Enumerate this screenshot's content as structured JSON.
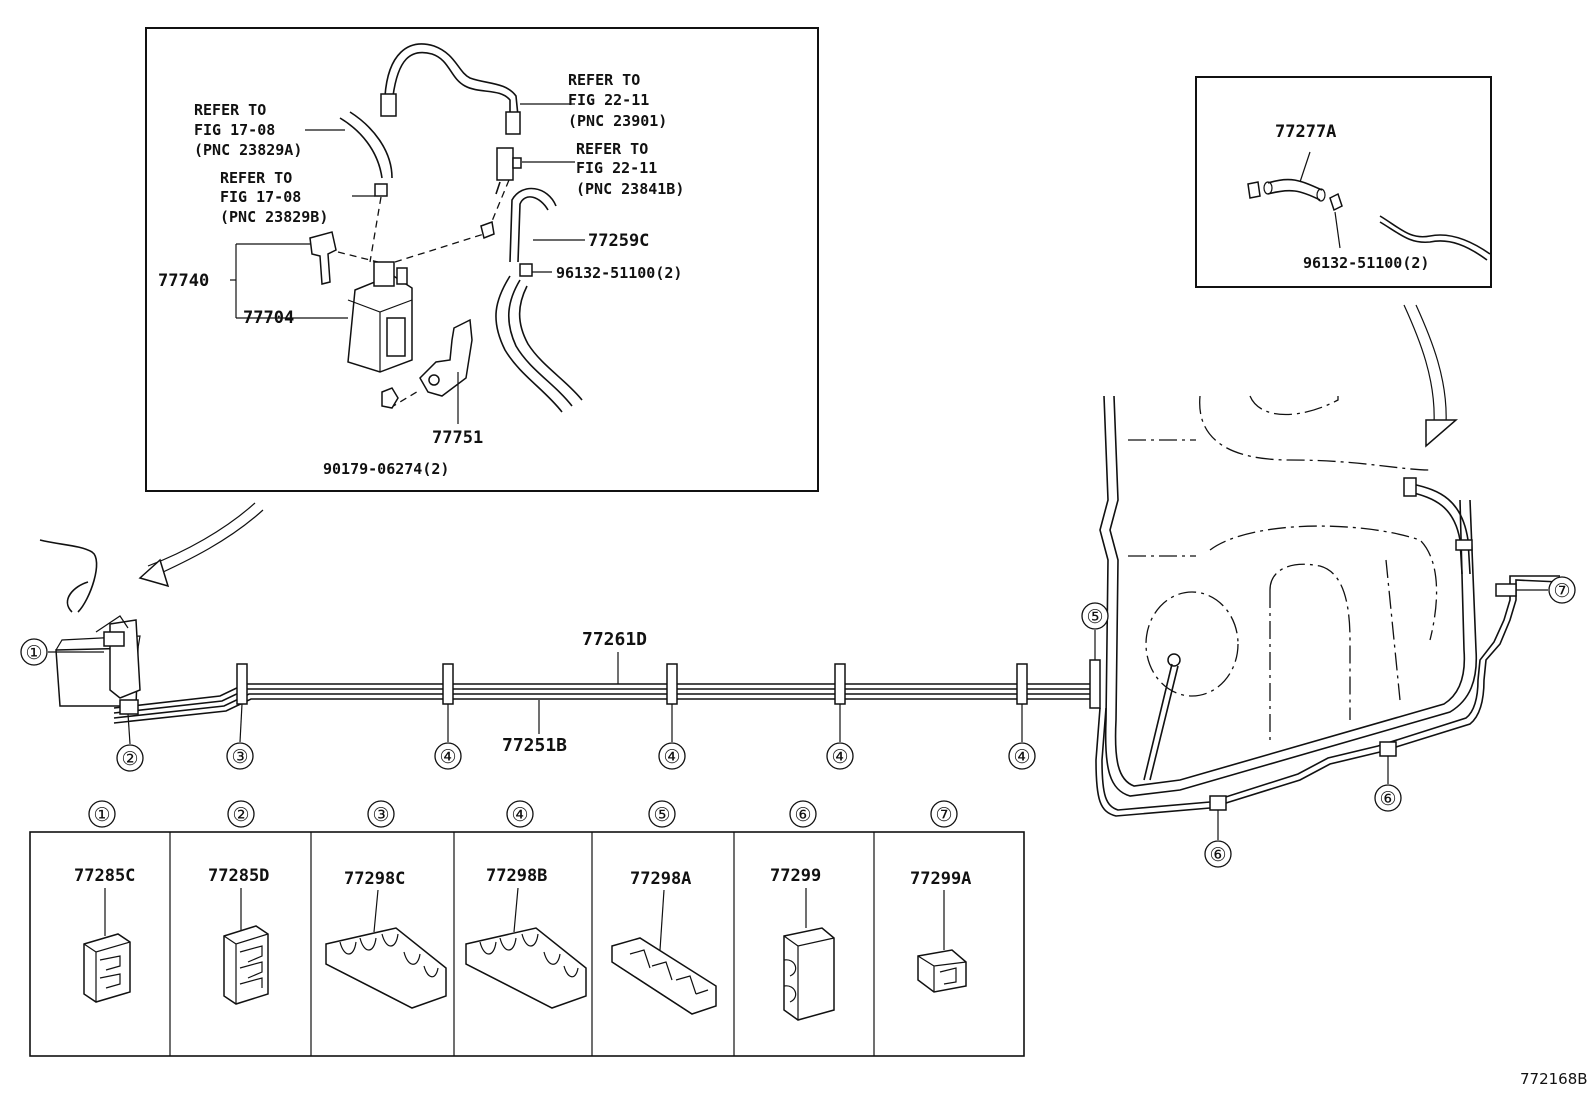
{
  "inset_canister": {
    "refer_1": [
      "REFER TO",
      "FIG 17-08",
      "(PNC 23829A)"
    ],
    "refer_2": [
      "REFER TO",
      "FIG 17-08",
      "(PNC 23829B)"
    ],
    "refer_3": [
      "REFER TO",
      "FIG 22-11",
      "(PNC 23901)"
    ],
    "refer_4": [
      "REFER TO",
      "FIG 22-11",
      "(PNC 23841B)"
    ],
    "parts": {
      "p77740": "77740",
      "p77704": "77704",
      "p77259c": "77259C",
      "p96132": "96132-51100(2)",
      "p77751": "77751",
      "p90179": "90179-06274(2)"
    }
  },
  "inset_hose": {
    "p77277a": "77277A",
    "p96132": "96132-51100(2)"
  },
  "main": {
    "tube_upper": "77261D",
    "tube_lower": "77251B",
    "callouts": {
      "c1": "①",
      "c2": "②",
      "c3": "③",
      "c4a": "④",
      "c4b": "④",
      "c4c": "④",
      "c4d": "④",
      "c5": "⑤",
      "c6a": "⑥",
      "c6b": "⑥",
      "c7": "⑦"
    }
  },
  "clamp_table": [
    {
      "index": "①",
      "part": "77285C"
    },
    {
      "index": "②",
      "part": "77285D"
    },
    {
      "index": "③",
      "part": "77298C"
    },
    {
      "index": "④",
      "part": "77298B"
    },
    {
      "index": "⑤",
      "part": "77298A"
    },
    {
      "index": "⑥",
      "part": "77299"
    },
    {
      "index": "⑦",
      "part": "77299A"
    }
  ],
  "figure_code": "772168B"
}
